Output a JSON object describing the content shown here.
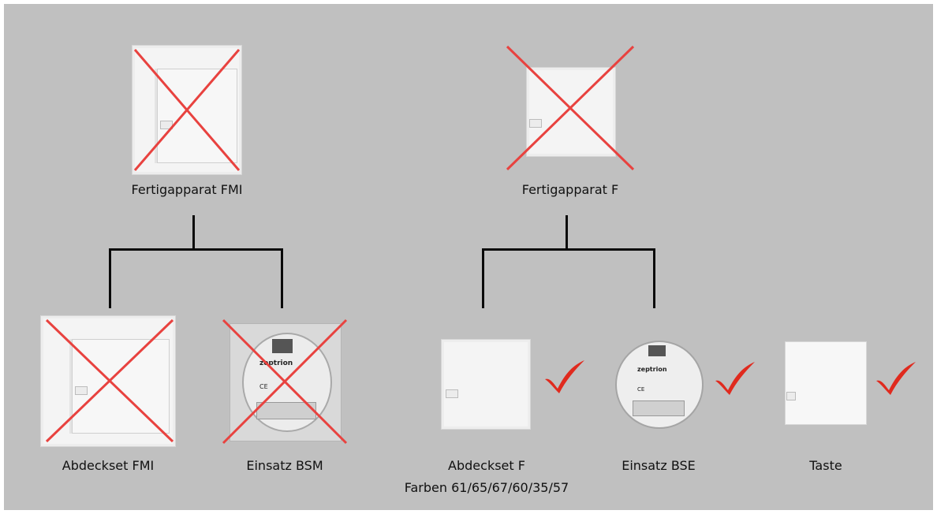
{
  "labels": {
    "fertigapparat_fmi": "Fertigapparat FMI",
    "fertigapparat_f": "Fertigapparat F",
    "abdeckset_fmi": "Abdeckset FMI",
    "einsatz_bsm": "Einsatz BSM",
    "abdeckset_f": "Abdeckset F",
    "farben": "Farben 61/65/67/60/35/57",
    "einsatz_bse": "Einsatz BSE",
    "taste": "Taste"
  },
  "device_print": {
    "brand": "zeptrion",
    "ce_mark": "CE"
  },
  "colors": {
    "background": "#c0c0c0",
    "cross": "#e8423f",
    "check": "#e02a1e",
    "tree_line": "#0a0a0a"
  },
  "icons": {
    "not_available": "red-cross-icon",
    "available": "red-checkmark-icon"
  }
}
